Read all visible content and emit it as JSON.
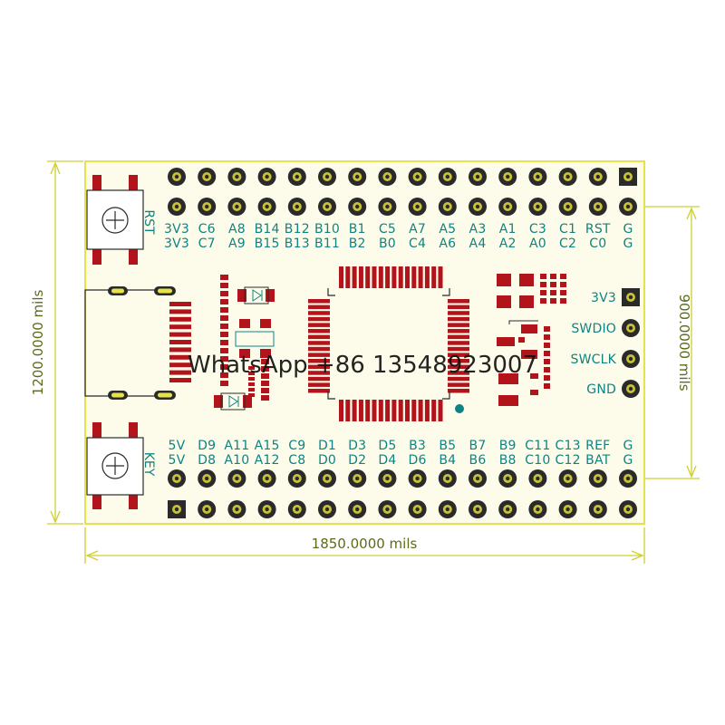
{
  "board": {
    "outline_color": "#e8e24a",
    "board_fill": "#fdfcea",
    "pad_color": "#2a2a2a",
    "ring_color": "#c8c23a",
    "smd_color": "#b3141b",
    "silk_color": "#0f8383",
    "dim_color": "#cfcf30"
  },
  "dimensions": {
    "width_label": "1850.0000 mils",
    "height_label": "1200.0000 mils",
    "right_label": "900.0000 mils"
  },
  "buttons": {
    "rst_label": "RST",
    "key_label": "KEY"
  },
  "top_header": {
    "row1_labels": [
      "3V3",
      "C6",
      "A8",
      "B14",
      "B12",
      "B10",
      "B1",
      "C5",
      "A7",
      "A5",
      "A3",
      "A1",
      "C3",
      "C1",
      "RST",
      "G"
    ],
    "row2_labels": [
      "3V3",
      "C7",
      "A9",
      "B15",
      "B13",
      "B11",
      "B2",
      "B0",
      "C4",
      "A6",
      "A4",
      "A2",
      "A0",
      "C2",
      "C0",
      "G"
    ]
  },
  "bottom_header": {
    "row1_labels": [
      "5V",
      "D9",
      "A11",
      "A15",
      "C9",
      "D1",
      "D3",
      "D5",
      "B3",
      "B5",
      "B7",
      "B9",
      "C11",
      "C13",
      "REF",
      "G"
    ],
    "row2_labels": [
      "5V",
      "D8",
      "A10",
      "A12",
      "C8",
      "D0",
      "D2",
      "D4",
      "D6",
      "B4",
      "B6",
      "B8",
      "C10",
      "C12",
      "BAT",
      "G"
    ]
  },
  "swd_header": {
    "labels": [
      "3V3",
      "SWDIO",
      "SWCLK",
      "GND"
    ]
  },
  "watermark": "WhatsApp +86 13548923007"
}
